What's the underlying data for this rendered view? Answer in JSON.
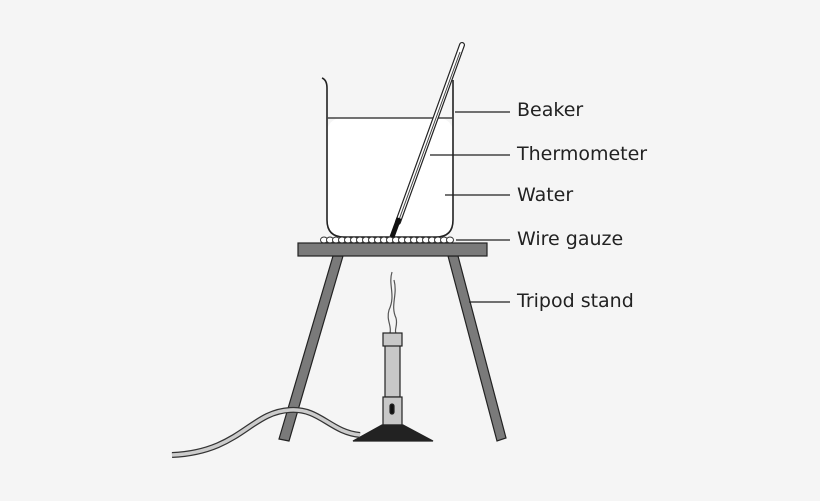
{
  "labels": {
    "beaker": "Beaker",
    "thermometer": "Thermometer",
    "water": "Water",
    "wire_gauze": "Wire gauze",
    "tripod_stand": "Tripod stand"
  },
  "colors": {
    "background": "#f5f5f5",
    "tripod": "#7a7a7a",
    "burner": "#c8c8c8",
    "outline": "#222222"
  }
}
